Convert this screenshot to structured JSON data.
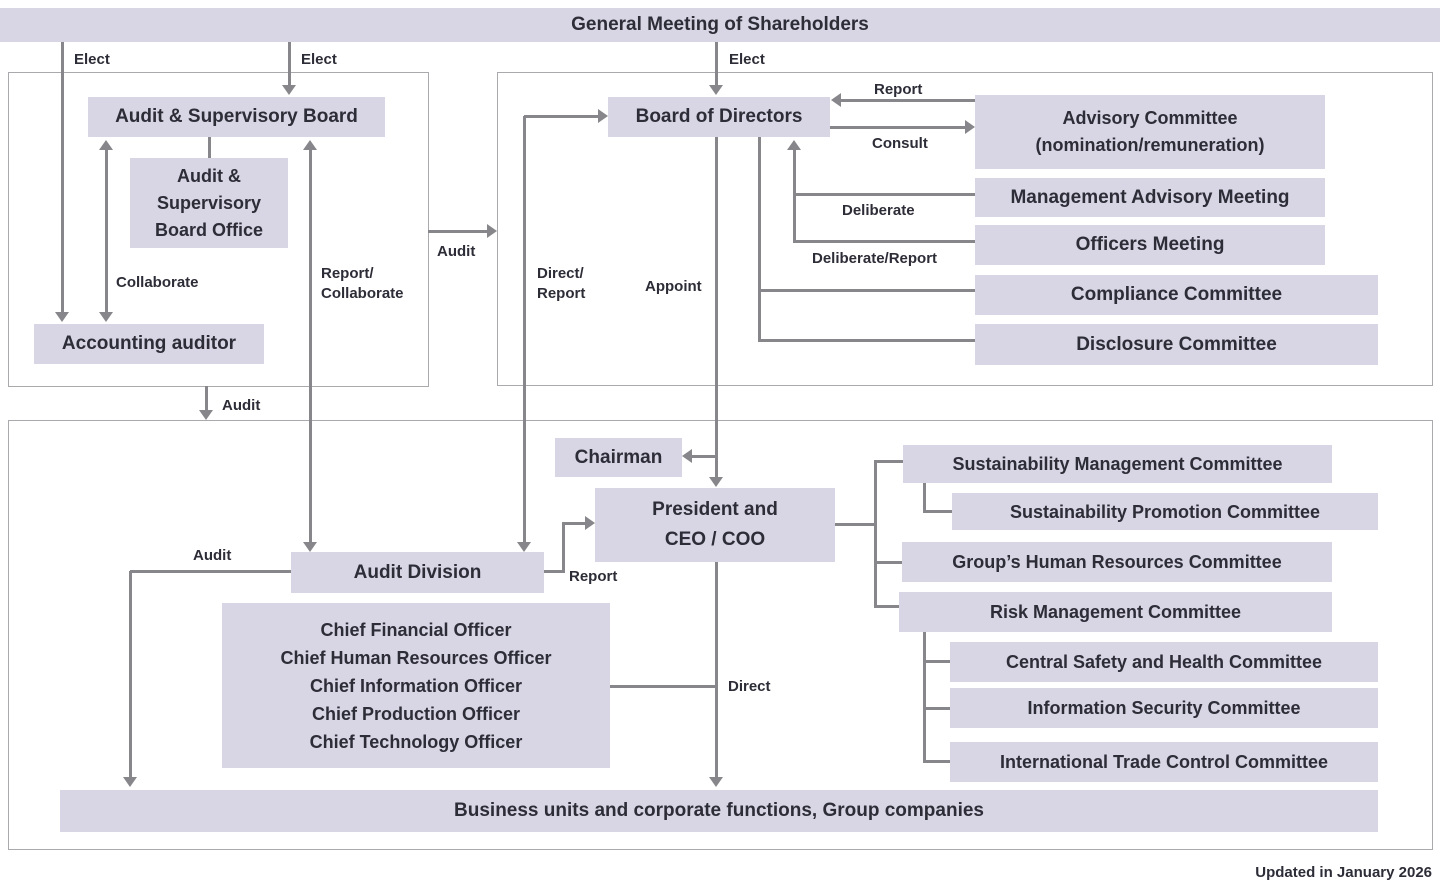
{
  "theme": {
    "fill": "#d8d6e4",
    "line": "#87878b",
    "border": "#aaaaae",
    "text": "#2d2d38",
    "bg": "#ffffff"
  },
  "diagram": {
    "banner": "General Meeting of Shareholders",
    "footer_note": "Updated in January 2026",
    "nodes": {
      "audit_supervisory_board": "Audit & Supervisory Board",
      "audit_supervisory_board_office": "Audit &\nSupervisory\nBoard Office",
      "accounting_auditor": "Accounting auditor",
      "board_of_directors": "Board of Directors",
      "advisory_committee": "Advisory Committee\n(nomination/remuneration)",
      "management_advisory_meeting": "Management Advisory Meeting",
      "officers_meeting": "Officers Meeting",
      "compliance_committee": "Compliance Committee",
      "disclosure_committee": "Disclosure Committee",
      "chairman": "Chairman",
      "president_ceo_coo": "President and\nCEO / COO",
      "audit_division": "Audit Division",
      "chief_officers": "Chief Financial Officer\nChief Human Resources Officer\nChief Information Officer\nChief Production Officer\nChief Technology Officer",
      "business_units": "Business units and corporate functions, Group companies",
      "sustainability_management_committee": "Sustainability Management Committee",
      "sustainability_promotion_committee": "Sustainability Promotion Committee",
      "groups_human_resources_committee": "Group’s Human Resources Committee",
      "risk_management_committee": "Risk Management Committee",
      "central_safety_health_committee": "Central Safety and Health Committee",
      "information_security_committee": "Information Security Committee",
      "international_trade_control_committee": "International Trade Control Committee"
    },
    "edge_labels": {
      "elect": "Elect",
      "report": "Report",
      "consult": "Consult",
      "deliberate": "Deliberate",
      "deliberate_report": "Deliberate/Report",
      "collaborate": "Collaborate",
      "report_collaborate": "Report/\nCollaborate",
      "audit": "Audit",
      "direct_report": "Direct/\nReport",
      "appoint": "Appoint",
      "direct": "Direct"
    }
  }
}
